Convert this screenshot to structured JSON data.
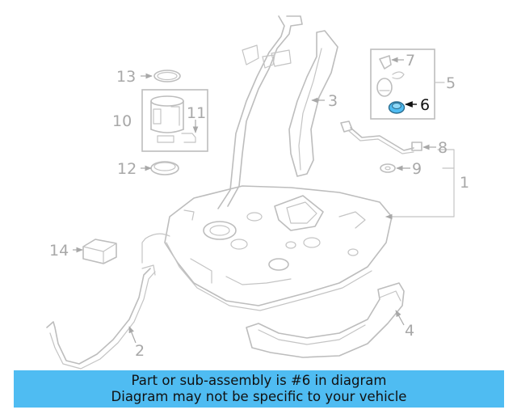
{
  "diagram": {
    "callouts": {
      "c1": "1",
      "c2": "2",
      "c3": "3",
      "c4": "4",
      "c5": "5",
      "c6": "6",
      "c7": "7",
      "c8": "8",
      "c9": "9",
      "c10": "10",
      "c11": "11",
      "c12": "12",
      "c13": "13",
      "c14": "14"
    },
    "highlight_color": "#4fbcf2",
    "line_color": "#bdbdbd",
    "highlighted_part": "6"
  },
  "banner": {
    "line1": "Part or sub-assembly is #6 in diagram",
    "line2": "Diagram may not be specific to your vehicle",
    "color": "#4fbcf2"
  }
}
